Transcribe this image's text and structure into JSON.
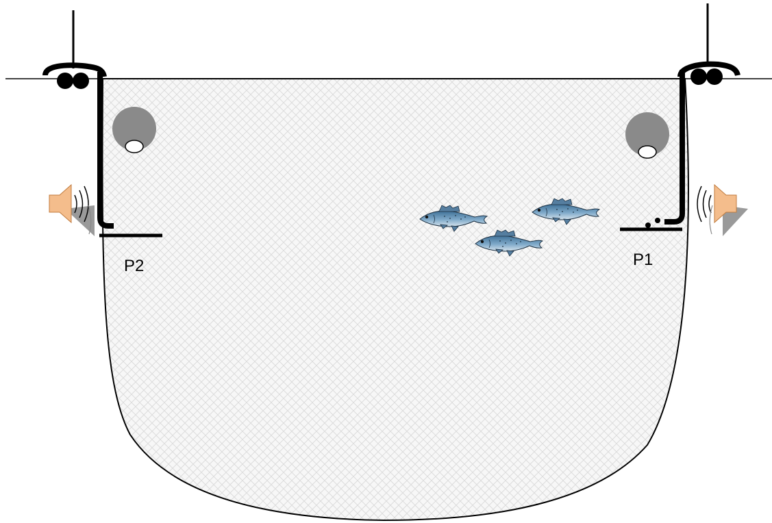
{
  "labels": {
    "left_platform": "P2",
    "right_platform": "P1"
  },
  "colors": {
    "net_fill": "#f7f7f7",
    "net_mesh": "#dcdcdc",
    "outline": "#000000",
    "lamp": "#8a8a8a",
    "speaker": "#f4bd8c",
    "speaker_shadow": "#9a9a9a",
    "fish_body": "#6f9cc0"
  },
  "icons": [
    "pulley-icon",
    "lamp-icon",
    "speaker-icon",
    "fish-icon"
  ],
  "fish_count": 3
}
